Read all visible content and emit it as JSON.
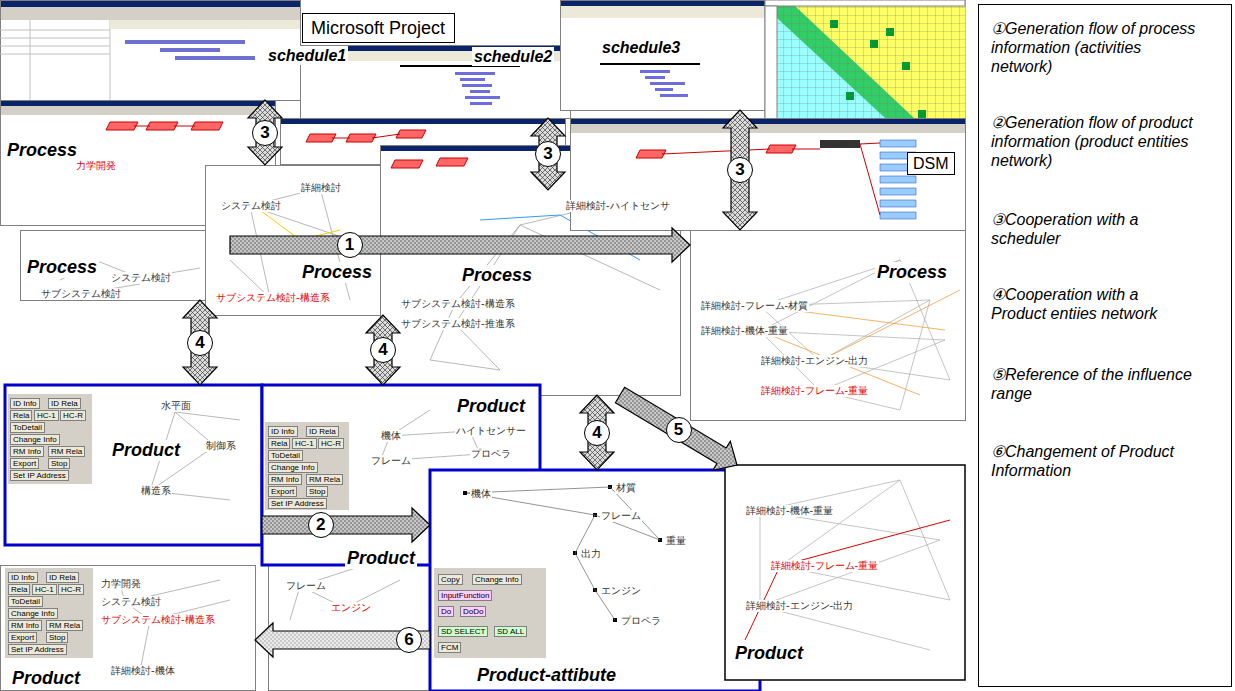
{
  "diagram": {
    "nodes": [
      {
        "text": [
          "Microsoft Project"
        ]
      },
      {
        "text": [
          "schedule1"
        ]
      },
      {
        "text": [
          "schedule2"
        ]
      },
      {
        "text": [
          "schedule3"
        ]
      },
      {
        "text": [
          "DSM"
        ]
      },
      {
        "text": [
          "Process"
        ]
      },
      {
        "text": [
          "Process"
        ]
      },
      {
        "text": [
          "Process"
        ]
      },
      {
        "text": [
          "Process"
        ]
      },
      {
        "text": [
          "Process"
        ]
      },
      {
        "text": [
          "Product"
        ]
      },
      {
        "text": [
          "Product"
        ]
      },
      {
        "text": [
          "Product"
        ]
      },
      {
        "text": [
          "Product"
        ]
      },
      {
        "text": [
          "Product-attibute"
        ]
      },
      {
        "text": [
          "Product"
        ]
      },
      {
        "text": [
          "①Generation flow of process information (activities network)",
          "②Generation flow of product information (product entities network)",
          "③Cooperation with a scheduler",
          "④Cooperation with a Product entiies network",
          "⑤Reference of the influence range",
          "⑥Changement of Product Information"
        ]
      }
    ],
    "edges": [
      {
        "from": 6,
        "to": 9,
        "arrow": "to",
        "label": "1"
      },
      {
        "from": 1,
        "to": 7,
        "arrow": "both",
        "label": "3"
      },
      {
        "from": 2,
        "to": 8,
        "arrow": "both",
        "label": "3"
      },
      {
        "from": 3,
        "to": 9,
        "arrow": "both",
        "label": "3"
      },
      {
        "from": 6,
        "to": 10,
        "arrow": "both",
        "label": "4"
      },
      {
        "from": 7,
        "to": 11,
        "arrow": "both",
        "label": "4"
      },
      {
        "from": 8,
        "to": 14,
        "arrow": "both",
        "label": "4"
      },
      {
        "from": 8,
        "to": 15,
        "arrow": "to",
        "label": "5"
      },
      {
        "from": 10,
        "to": 14,
        "arrow": "to",
        "label": "2"
      },
      {
        "from": 14,
        "to": 13,
        "arrow": "to",
        "label": "6"
      }
    ],
    "labels": [
      "力学開発",
      "システム検討",
      "サブシステム検討",
      "詳細検討",
      "システム検討",
      "サブシステム検討-構造系",
      "詳細検討-ハイトセンサ",
      "サブシステム検討-構造系",
      "サブシステム検討-推進系",
      "詳細検討-フレーム-材質",
      "詳細検討-機体-重量",
      "詳細検討-エンジン-出力",
      "詳細検討-フレーム-重量",
      "ID Info",
      "ID Rela",
      "Rela",
      "HC-1",
      "HC-R",
      "ToDetail",
      "Change Info",
      "RM Info",
      "RM Rela",
      "Export",
      "Stop",
      "Set IP Address",
      "水平面",
      "制御系",
      "構造系",
      "ID Info",
      "ID Rela",
      "Rela",
      "HC-1",
      "HC-R",
      "ToDetail",
      "Change Info",
      "RM Info",
      "RM Rela",
      "Export",
      "Stop",
      "Set IP Address",
      "機体",
      "フレーム",
      "ハイトセンサー",
      "プロペラ",
      "フレーム",
      "エンジン",
      "ID Info",
      "ID Rela",
      "Rela",
      "HC-1",
      "HC-R",
      "ToDetail",
      "Change Info",
      "RM Info",
      "RM Rela",
      "Export",
      "Stop",
      "Set IP Address",
      "力学開発",
      "システム検討",
      "サブシステム検討-構造系",
      "詳細検討-機体",
      "Copy",
      "Change Info",
      "InputFunction",
      "Do",
      "DoDo",
      "SD SELECT",
      "SD ALL",
      "FCM",
      "機体",
      "材質",
      "フレーム",
      "重量",
      "出力",
      "エンジン",
      "プロペラ",
      "詳細検討-機体-重量",
      "詳細検討-フレーム-重量",
      "詳細検討-エンジン-出力"
    ]
  }
}
